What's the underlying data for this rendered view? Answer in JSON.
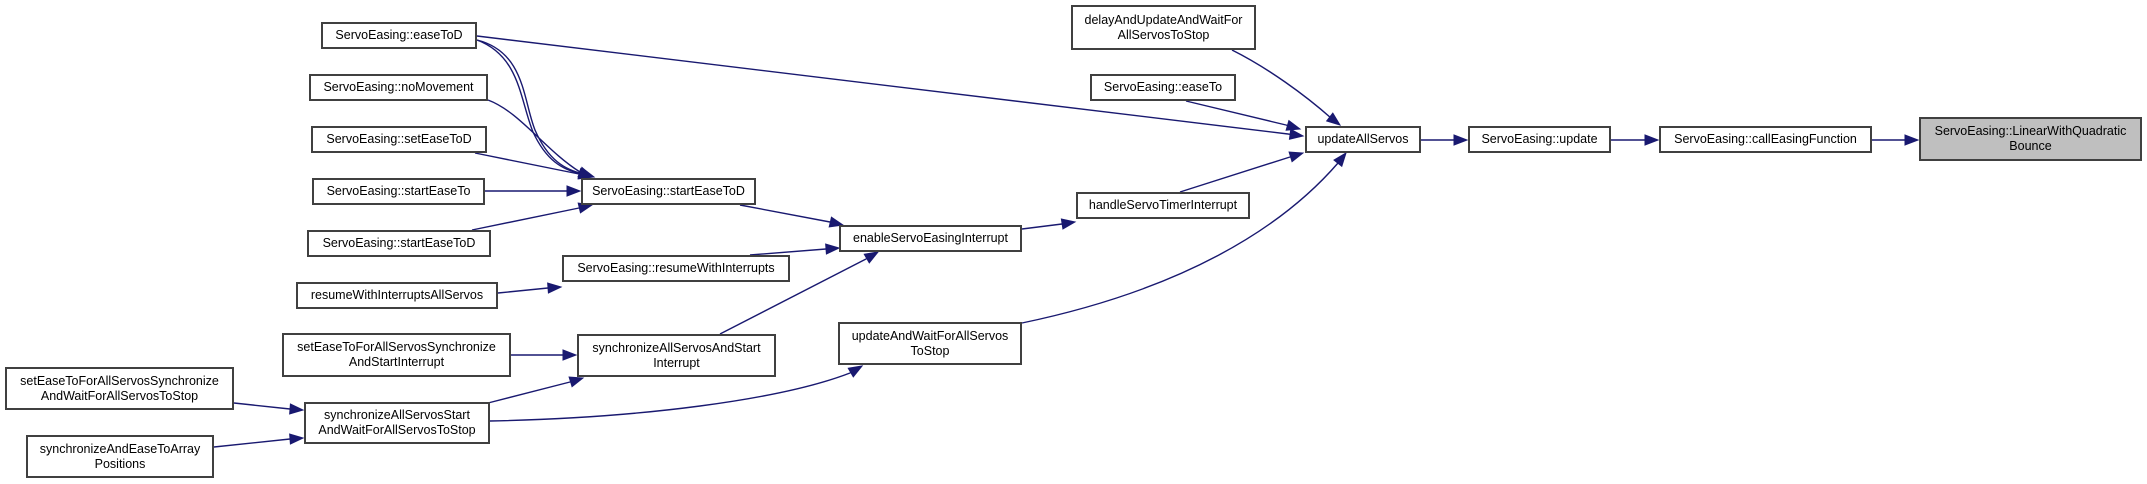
{
  "graph": {
    "title": "ServoEasing::LinearWithQuadraticBounce caller graph",
    "edge_color": "#191970",
    "current_node_fill": "#bfbfbf",
    "nodes": [
      {
        "id": "n0",
        "label": "ServoEasing::LinearWithQuadratic\nBounce",
        "current": true
      },
      {
        "id": "n1",
        "label": "ServoEasing::callEasingFunction"
      },
      {
        "id": "n2",
        "label": "ServoEasing::update"
      },
      {
        "id": "n3",
        "label": "updateAllServos"
      },
      {
        "id": "n4",
        "label": "delayAndUpdateAndWaitFor\nAllServosToStop"
      },
      {
        "id": "n5",
        "label": "ServoEasing::easeTo"
      },
      {
        "id": "n6",
        "label": "ServoEasing::easeToD"
      },
      {
        "id": "n7",
        "label": "handleServoTimerInterrupt"
      },
      {
        "id": "n8",
        "label": "enableServoEasingInterrupt"
      },
      {
        "id": "n9",
        "label": "ServoEasing::startEaseToD"
      },
      {
        "id": "n10",
        "label": "ServoEasing::noMovement"
      },
      {
        "id": "n11",
        "label": "ServoEasing::setEaseToD"
      },
      {
        "id": "n12",
        "label": "ServoEasing::startEaseTo"
      },
      {
        "id": "n13",
        "label": "ServoEasing::startEaseToD"
      },
      {
        "id": "n14",
        "label": "ServoEasing::resumeWithInterrupts"
      },
      {
        "id": "n15",
        "label": "resumeWithInterruptsAllServos"
      },
      {
        "id": "n16",
        "label": "synchronizeAllServosAndStart\nInterrupt"
      },
      {
        "id": "n17",
        "label": "setEaseToForAllServosSynchronize\nAndStartInterrupt"
      },
      {
        "id": "n18",
        "label": "synchronizeAllServosStart\nAndWaitForAllServosToStop"
      },
      {
        "id": "n19",
        "label": "setEaseToForAllServosSynchronize\nAndWaitForAllServosToStop"
      },
      {
        "id": "n20",
        "label": "synchronizeAndEaseToArray\nPositions"
      },
      {
        "id": "n21",
        "label": "updateAndWaitForAllServos\nToStop"
      }
    ],
    "edges": [
      {
        "from": "n1",
        "to": "n0"
      },
      {
        "from": "n2",
        "to": "n1"
      },
      {
        "from": "n3",
        "to": "n2"
      },
      {
        "from": "n4",
        "to": "n3"
      },
      {
        "from": "n5",
        "to": "n3"
      },
      {
        "from": "n6",
        "to": "n3"
      },
      {
        "from": "n7",
        "to": "n3"
      },
      {
        "from": "n21",
        "to": "n3"
      },
      {
        "from": "n8",
        "to": "n7"
      },
      {
        "from": "n9",
        "to": "n8"
      },
      {
        "from": "n14",
        "to": "n8"
      },
      {
        "from": "n16",
        "to": "n8"
      },
      {
        "from": "n6",
        "to": "n9"
      },
      {
        "from": "n6",
        "to": "n9"
      },
      {
        "from": "n10",
        "to": "n9"
      },
      {
        "from": "n11",
        "to": "n9"
      },
      {
        "from": "n12",
        "to": "n9"
      },
      {
        "from": "n13",
        "to": "n9"
      },
      {
        "from": "n15",
        "to": "n14"
      },
      {
        "from": "n17",
        "to": "n16"
      },
      {
        "from": "n18",
        "to": "n16"
      },
      {
        "from": "n18",
        "to": "n21"
      },
      {
        "from": "n19",
        "to": "n18"
      },
      {
        "from": "n20",
        "to": "n18"
      }
    ]
  }
}
